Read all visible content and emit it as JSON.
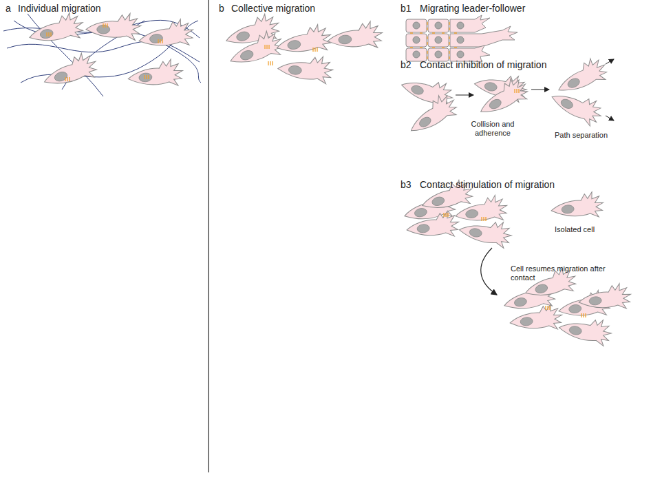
{
  "diagram": {
    "labels": [
      "a",
      "Individual migration",
      "b",
      "Collective migration",
      "b1",
      "Migrating leader-follower",
      "b2",
      "Contact inhibition of migration",
      "Collision and adherence",
      "Path separation",
      "b3",
      "Contact stimulation of migration",
      "Isolated cell",
      "Cell resumes migration after contact"
    ]
  }
}
